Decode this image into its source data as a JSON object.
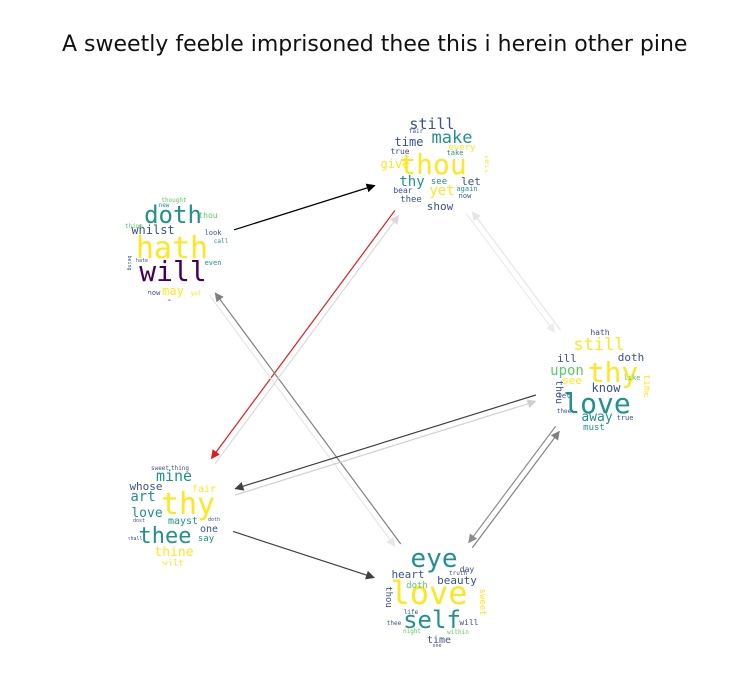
{
  "title": "A sweetly feeble imprisoned thee this i herein other pine",
  "colors": {
    "viridis": [
      "#440154",
      "#3b528b",
      "#21918c",
      "#5ec962",
      "#fde725"
    ]
  },
  "edge_colors": {
    "black": "#000000",
    "red": "#e31a1c",
    "dark": "#404040",
    "mid": "#808080",
    "light": "#c8c8c8",
    "faint": "#e0e0e0"
  },
  "nodes": [
    {
      "id": "A",
      "words": [
        {
          "t": "hath",
          "c": "#fde725"
        },
        {
          "t": "will",
          "c": "#440154"
        },
        {
          "t": "doth",
          "c": "#21918c"
        },
        {
          "t": "whilst",
          "c": "#3b528b"
        },
        {
          "t": "may",
          "c": "#fde725"
        },
        {
          "t": "thou",
          "c": "#5ec962"
        },
        {
          "t": "now",
          "c": "#3b528b"
        },
        {
          "t": "dost",
          "c": "#3b528b"
        },
        {
          "t": "look",
          "c": "#3b528b"
        },
        {
          "t": "even",
          "c": "#21918c"
        },
        {
          "t": "yet",
          "c": "#fde725"
        },
        {
          "t": "thine",
          "c": "#5ec962"
        },
        {
          "t": "new",
          "c": "#21918c"
        },
        {
          "t": "thought",
          "c": "#5ec962"
        },
        {
          "t": "call",
          "c": "#21918c"
        },
        {
          "t": "being",
          "c": "#3b528b"
        },
        {
          "t": "hate",
          "c": "#3b528b"
        }
      ]
    },
    {
      "id": "B",
      "words": [
        {
          "t": "thou",
          "c": "#fde725"
        },
        {
          "t": "make",
          "c": "#21918c"
        },
        {
          "t": "still",
          "c": "#3b528b"
        },
        {
          "t": "time",
          "c": "#3b528b"
        },
        {
          "t": "yet",
          "c": "#fde725"
        },
        {
          "t": "thy",
          "c": "#21918c"
        },
        {
          "t": "show",
          "c": "#3b528b"
        },
        {
          "t": "give",
          "c": "#fde725"
        },
        {
          "t": "let",
          "c": "#3b528b"
        },
        {
          "t": "see",
          "c": "#21918c"
        },
        {
          "t": "thee",
          "c": "#3b528b"
        },
        {
          "t": "true",
          "c": "#3b528b"
        },
        {
          "t": "every",
          "c": "#fde725"
        },
        {
          "t": "take",
          "c": "#21918c"
        },
        {
          "t": "bear",
          "c": "#3b528b"
        },
        {
          "t": "now",
          "c": "#3b528b"
        },
        {
          "t": "again",
          "c": "#21918c"
        },
        {
          "t": "fair",
          "c": "#3b528b"
        },
        {
          "t": "tell",
          "c": "#fde725"
        }
      ]
    },
    {
      "id": "C",
      "words": [
        {
          "t": "thy",
          "c": "#fde725"
        },
        {
          "t": "love",
          "c": "#21918c"
        },
        {
          "t": "still",
          "c": "#fde725"
        },
        {
          "t": "upon",
          "c": "#5ec962"
        },
        {
          "t": "know",
          "c": "#3b528b"
        },
        {
          "t": "away",
          "c": "#21918c"
        },
        {
          "t": "doth",
          "c": "#3b528b"
        },
        {
          "t": "ill",
          "c": "#3b528b"
        },
        {
          "t": "hath",
          "c": "#3b528b"
        },
        {
          "t": "must",
          "c": "#21918c"
        },
        {
          "t": "see",
          "c": "#fde725"
        },
        {
          "t": "time",
          "c": "#fde725"
        },
        {
          "t": "thou",
          "c": "#3b528b"
        },
        {
          "t": "true",
          "c": "#3b528b"
        },
        {
          "t": "like",
          "c": "#5ec962"
        },
        {
          "t": "thee",
          "c": "#3b528b"
        },
        {
          "t": "let",
          "c": "#3b528b"
        }
      ]
    },
    {
      "id": "D",
      "words": [
        {
          "t": "thy",
          "c": "#fde725"
        },
        {
          "t": "thee",
          "c": "#21918c"
        },
        {
          "t": "mine",
          "c": "#21918c"
        },
        {
          "t": "art",
          "c": "#21918c"
        },
        {
          "t": "love",
          "c": "#21918c"
        },
        {
          "t": "whose",
          "c": "#3b528b"
        },
        {
          "t": "fair",
          "c": "#fde725"
        },
        {
          "t": "thine",
          "c": "#fde725"
        },
        {
          "t": "mayst",
          "c": "#21918c"
        },
        {
          "t": "one",
          "c": "#3b528b"
        },
        {
          "t": "say",
          "c": "#21918c"
        },
        {
          "t": "wilt",
          "c": "#fde725"
        },
        {
          "t": "sweet",
          "c": "#3b528b"
        },
        {
          "t": "thing",
          "c": "#3b528b"
        },
        {
          "t": "dost",
          "c": "#3b528b"
        },
        {
          "t": "shall",
          "c": "#3b528b"
        },
        {
          "t": "doth",
          "c": "#3b528b"
        }
      ]
    },
    {
      "id": "E",
      "words": [
        {
          "t": "love",
          "c": "#fde725"
        },
        {
          "t": "self",
          "c": "#21918c"
        },
        {
          "t": "eye",
          "c": "#21918c"
        },
        {
          "t": "heart",
          "c": "#3b528b"
        },
        {
          "t": "beauty",
          "c": "#3b528b"
        },
        {
          "t": "doth",
          "c": "#5ec962"
        },
        {
          "t": "time",
          "c": "#3b528b"
        },
        {
          "t": "day",
          "c": "#3b528b"
        },
        {
          "t": "sweet",
          "c": "#fde725"
        },
        {
          "t": "will",
          "c": "#3b528b"
        },
        {
          "t": "thou",
          "c": "#3b528b"
        },
        {
          "t": "life",
          "c": "#3b528b"
        },
        {
          "t": "truth",
          "c": "#3b528b"
        },
        {
          "t": "thee",
          "c": "#3b528b"
        },
        {
          "t": "within",
          "c": "#5ec962"
        },
        {
          "t": "night",
          "c": "#5ec962"
        },
        {
          "t": "one",
          "c": "#3b528b"
        }
      ]
    }
  ],
  "edges": [
    {
      "from": "A",
      "to": "B",
      "color": "#000000"
    },
    {
      "from": "B",
      "to": "D",
      "color": "#e31a1c"
    },
    {
      "from": "E",
      "to": "A",
      "color": "#808080"
    },
    {
      "from": "A",
      "to": "E",
      "color": "#e6e6e6"
    },
    {
      "from": "D",
      "to": "B",
      "color": "#d9d9d9"
    },
    {
      "from": "C",
      "to": "D",
      "color": "#404040"
    },
    {
      "from": "D",
      "to": "C",
      "color": "#d0d0d0"
    },
    {
      "from": "D",
      "to": "E",
      "color": "#404040"
    },
    {
      "from": "E",
      "to": "C",
      "color": "#808080"
    },
    {
      "from": "C",
      "to": "E",
      "color": "#8c8c8c"
    },
    {
      "from": "C",
      "to": "B",
      "color": "#e6e6e6"
    },
    {
      "from": "B",
      "to": "C",
      "color": "#ececec"
    }
  ]
}
